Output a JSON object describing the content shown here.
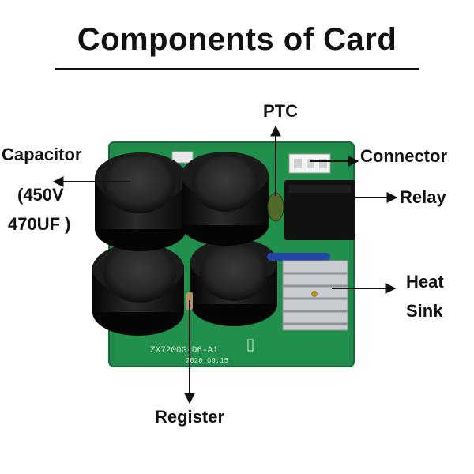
{
  "title": "Components of Card",
  "labels": {
    "capacitor": "Capacitor",
    "capacitor_spec_line1": "(450V",
    "capacitor_spec_line2": "470UF )",
    "ptc": "PTC",
    "connector": "Connector",
    "relay": "Relay",
    "heat_sink_line1": "Heat",
    "heat_sink_line2": "Sink",
    "register": "Register"
  },
  "board": {
    "silkscreen_model": "ZX7200G-D6-A1",
    "silkscreen_date": "2020.09.15"
  },
  "colors": {
    "pcb_green": "#1f8a4a",
    "capacitor_body": "#141414",
    "relay": "#111111",
    "heat_sink": "#c8cbd0",
    "text": "#111111"
  }
}
